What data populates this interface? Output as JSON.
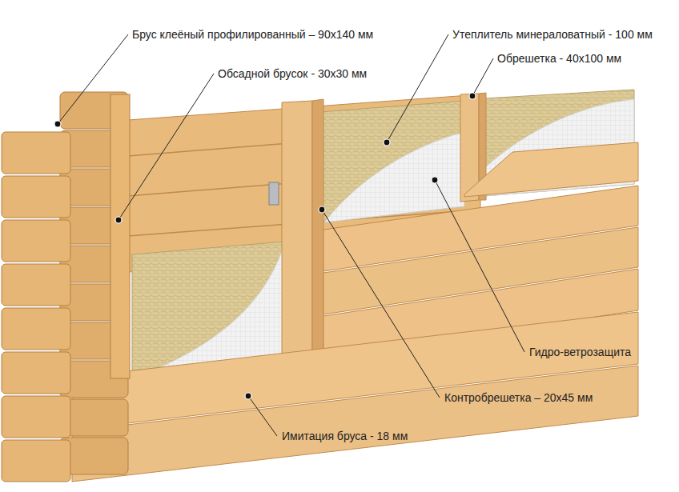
{
  "diagram": {
    "labels": [
      "Брус клеёный профилированный – 90х140 мм",
      "Обсадной брусок - 30х30 мм",
      "Утеплитель минераловатный - 100 мм",
      "Обрешетка - 40х100 мм",
      "Гидро-ветрозащита",
      "Контробрешетка – 20х45 мм",
      "Имитация бруса - 18 мм"
    ]
  }
}
